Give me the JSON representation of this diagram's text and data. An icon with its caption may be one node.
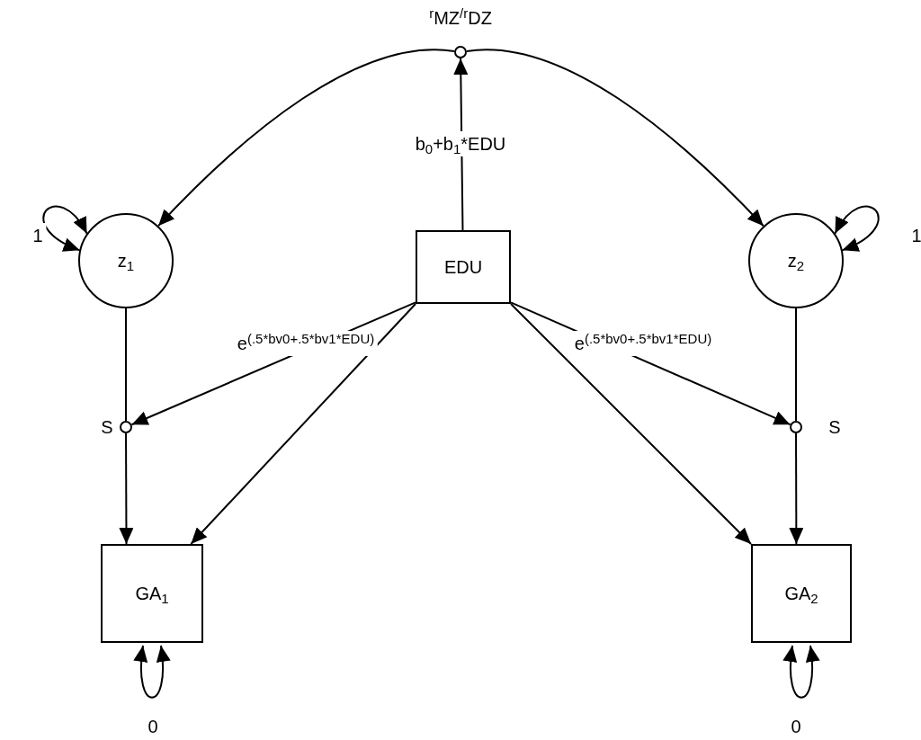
{
  "diagram": {
    "nodes": [
      {
        "text": [],
        "shape": "circle",
        "beside": [
          "$^{r}$MZ$^{/r}$DZ"
        ]
      },
      {
        "text": [
          "z$_{1}$"
        ]
      },
      {
        "text": [
          "EDU"
        ]
      },
      {
        "text": [
          "z$_{2}$"
        ]
      },
      {
        "text": [],
        "shape": "circle",
        "beside": [
          "S"
        ]
      },
      {
        "text": [],
        "shape": "circle",
        "beside": [
          "S"
        ]
      },
      {
        "text": [
          "GA$_{1}$"
        ]
      },
      {
        "text": [
          "GA$_{2}$"
        ]
      }
    ],
    "edges": [
      {
        "from": 0,
        "to": 1,
        "arrow": "to"
      },
      {
        "from": 0,
        "to": 3,
        "arrow": "to"
      },
      {
        "from": 2,
        "to": 0,
        "arrow": "to",
        "label": "b$_{0}$+b$_{1}$*EDU"
      },
      {
        "from": 1,
        "to": 1,
        "arrow": "both",
        "label": "1"
      },
      {
        "from": 3,
        "to": 3,
        "arrow": "both",
        "label": "1"
      },
      {
        "from": 1,
        "to": 4,
        "arrow": "none"
      },
      {
        "from": 3,
        "to": 5,
        "arrow": "none"
      },
      {
        "from": 2,
        "to": 4,
        "arrow": "to",
        "label": "e$^{(.5*bv0+.5*bv1*EDU)}$"
      },
      {
        "from": 2,
        "to": 5,
        "arrow": "to",
        "label": "e$^{(.5*bv0+.5*bv1*EDU)}$"
      },
      {
        "from": 4,
        "to": 6,
        "arrow": "to"
      },
      {
        "from": 5,
        "to": 7,
        "arrow": "to"
      },
      {
        "from": 2,
        "to": 6,
        "arrow": "to"
      },
      {
        "from": 2,
        "to": 7,
        "arrow": "to"
      },
      {
        "from": 6,
        "to": 6,
        "arrow": "both",
        "label": "0"
      },
      {
        "from": 7,
        "to": 7,
        "arrow": "both",
        "label": "0"
      }
    ]
  }
}
